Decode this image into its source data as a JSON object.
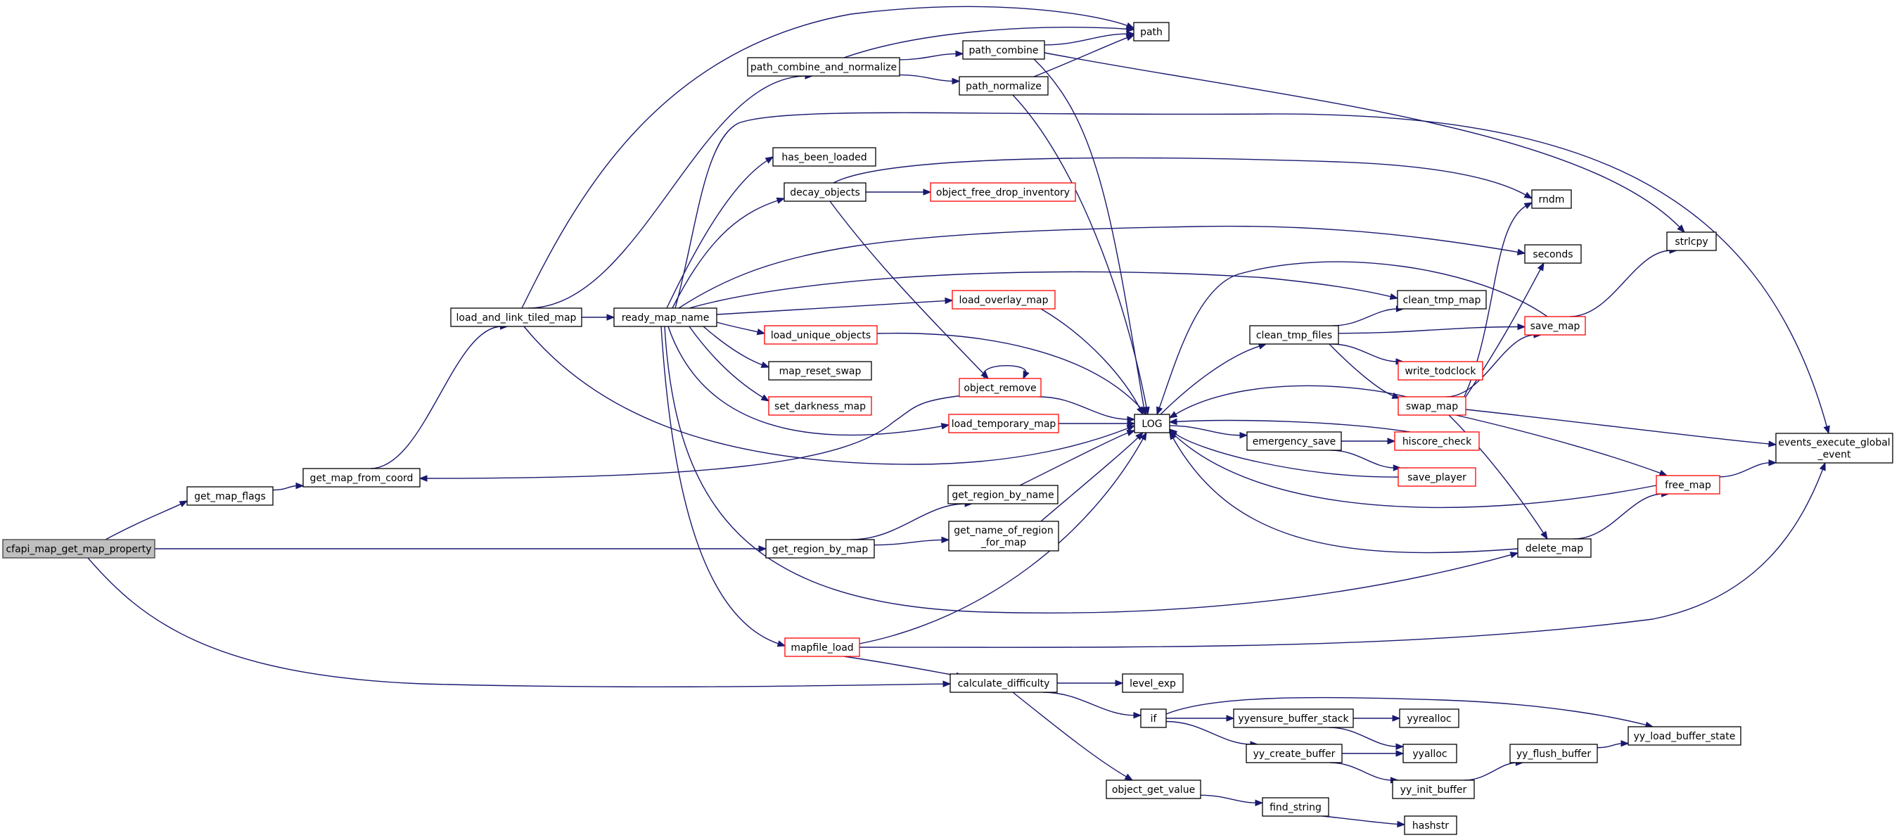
{
  "diagram": {
    "title": "",
    "colors": {
      "edge": "#191970",
      "node_border": "#000000",
      "node_border_truncated": "#ff0000",
      "root_fill": "#bfbfbf",
      "root_border": "#404040",
      "background": "#ffffff"
    },
    "nodes": {
      "cfapi_map_get_map_property": {
        "lines": [
          "cfapi_map_get_map_property"
        ],
        "style": "root"
      },
      "get_map_flags": {
        "lines": [
          "get_map_flags"
        ],
        "style": "normal"
      },
      "get_map_from_coord": {
        "lines": [
          "get_map_from_coord"
        ],
        "style": "normal"
      },
      "load_and_link_tiled_map": {
        "lines": [
          "load_and_link_tiled_map"
        ],
        "style": "normal"
      },
      "path_combine_and_normalize": {
        "lines": [
          "path_combine_and_normalize"
        ],
        "style": "normal"
      },
      "path": {
        "lines": [
          "path"
        ],
        "style": "normal"
      },
      "path_combine": {
        "lines": [
          "path_combine"
        ],
        "style": "normal"
      },
      "path_normalize": {
        "lines": [
          "path_normalize"
        ],
        "style": "normal"
      },
      "ready_map_name": {
        "lines": [
          "ready_map_name"
        ],
        "style": "normal"
      },
      "has_been_loaded": {
        "lines": [
          "has_been_loaded"
        ],
        "style": "normal"
      },
      "decay_objects": {
        "lines": [
          "decay_objects"
        ],
        "style": "normal"
      },
      "object_free_drop_inventory": {
        "lines": [
          "object_free_drop_inventory"
        ],
        "style": "red"
      },
      "load_overlay_map": {
        "lines": [
          "load_overlay_map"
        ],
        "style": "red"
      },
      "load_unique_objects": {
        "lines": [
          "load_unique_objects"
        ],
        "style": "red"
      },
      "map_reset_swap": {
        "lines": [
          "map_reset_swap"
        ],
        "style": "normal"
      },
      "set_darkness_map": {
        "lines": [
          "set_darkness_map"
        ],
        "style": "red"
      },
      "object_remove": {
        "lines": [
          "object_remove"
        ],
        "style": "red"
      },
      "load_temporary_map": {
        "lines": [
          "load_temporary_map"
        ],
        "style": "red"
      },
      "LOG": {
        "lines": [
          "LOG"
        ],
        "style": "normal"
      },
      "get_region_by_name": {
        "lines": [
          "get_region_by_name"
        ],
        "style": "normal"
      },
      "get_region_by_map": {
        "lines": [
          "get_region_by_map"
        ],
        "style": "normal"
      },
      "get_name_of_region_for_map": {
        "lines": [
          "get_name_of_region",
          "_for_map"
        ],
        "style": "normal"
      },
      "mapfile_load": {
        "lines": [
          "mapfile_load"
        ],
        "style": "red"
      },
      "calculate_difficulty": {
        "lines": [
          "calculate_difficulty"
        ],
        "style": "normal"
      },
      "level_exp": {
        "lines": [
          "level_exp"
        ],
        "style": "normal"
      },
      "if": {
        "lines": [
          "if"
        ],
        "style": "normal"
      },
      "object_get_value": {
        "lines": [
          "object_get_value"
        ],
        "style": "normal"
      },
      "yyensure_buffer_stack": {
        "lines": [
          "yyensure_buffer_stack"
        ],
        "style": "normal"
      },
      "yy_create_buffer": {
        "lines": [
          "yy_create_buffer"
        ],
        "style": "normal"
      },
      "yyrealloc": {
        "lines": [
          "yyrealloc"
        ],
        "style": "normal"
      },
      "yyalloc": {
        "lines": [
          "yyalloc"
        ],
        "style": "normal"
      },
      "yy_init_buffer": {
        "lines": [
          "yy_init_buffer"
        ],
        "style": "normal"
      },
      "yy_flush_buffer": {
        "lines": [
          "yy_flush_buffer"
        ],
        "style": "normal"
      },
      "yy_load_buffer_state": {
        "lines": [
          "yy_load_buffer_state"
        ],
        "style": "normal"
      },
      "find_string": {
        "lines": [
          "find_string"
        ],
        "style": "normal"
      },
      "hashstr": {
        "lines": [
          "hashstr"
        ],
        "style": "normal"
      },
      "clean_tmp_files": {
        "lines": [
          "clean_tmp_files"
        ],
        "style": "normal"
      },
      "clean_tmp_map": {
        "lines": [
          "clean_tmp_map"
        ],
        "style": "normal"
      },
      "write_todclock": {
        "lines": [
          "write_todclock"
        ],
        "style": "red"
      },
      "swap_map": {
        "lines": [
          "swap_map"
        ],
        "style": "red"
      },
      "emergency_save": {
        "lines": [
          "emergency_save"
        ],
        "style": "normal"
      },
      "hiscore_check": {
        "lines": [
          "hiscore_check"
        ],
        "style": "red"
      },
      "save_player": {
        "lines": [
          "save_player"
        ],
        "style": "red"
      },
      "delete_map": {
        "lines": [
          "delete_map"
        ],
        "style": "normal"
      },
      "rndm": {
        "lines": [
          "rndm"
        ],
        "style": "normal"
      },
      "seconds": {
        "lines": [
          "seconds"
        ],
        "style": "normal"
      },
      "save_map": {
        "lines": [
          "save_map"
        ],
        "style": "red"
      },
      "strlcpy": {
        "lines": [
          "strlcpy"
        ],
        "style": "normal"
      },
      "free_map": {
        "lines": [
          "free_map"
        ],
        "style": "red"
      },
      "events_execute_global_event": {
        "lines": [
          "events_execute_global",
          "_event"
        ],
        "style": "normal"
      }
    },
    "edges": [
      [
        "cfapi_map_get_map_property",
        "get_map_flags"
      ],
      [
        "cfapi_map_get_map_property",
        "get_region_by_map"
      ],
      [
        "cfapi_map_get_map_property",
        "calculate_difficulty"
      ],
      [
        "get_map_flags",
        "get_map_from_coord"
      ],
      [
        "get_map_from_coord",
        "load_and_link_tiled_map"
      ],
      [
        "load_and_link_tiled_map",
        "path"
      ],
      [
        "load_and_link_tiled_map",
        "path_combine_and_normalize"
      ],
      [
        "load_and_link_tiled_map",
        "ready_map_name"
      ],
      [
        "load_and_link_tiled_map",
        "LOG"
      ],
      [
        "path_combine_and_normalize",
        "path"
      ],
      [
        "path_combine_and_normalize",
        "path_combine"
      ],
      [
        "path_combine_and_normalize",
        "path_normalize"
      ],
      [
        "path_combine",
        "path"
      ],
      [
        "path_combine",
        "LOG"
      ],
      [
        "path_combine",
        "strlcpy"
      ],
      [
        "path_normalize",
        "path"
      ],
      [
        "path_normalize",
        "LOG"
      ],
      [
        "ready_map_name",
        "has_been_loaded"
      ],
      [
        "ready_map_name",
        "decay_objects"
      ],
      [
        "ready_map_name",
        "events_execute_global_event"
      ],
      [
        "ready_map_name",
        "seconds"
      ],
      [
        "ready_map_name",
        "clean_tmp_map"
      ],
      [
        "ready_map_name",
        "load_overlay_map"
      ],
      [
        "ready_map_name",
        "load_unique_objects"
      ],
      [
        "ready_map_name",
        "map_reset_swap"
      ],
      [
        "ready_map_name",
        "set_darkness_map"
      ],
      [
        "ready_map_name",
        "load_temporary_map"
      ],
      [
        "ready_map_name",
        "delete_map"
      ],
      [
        "ready_map_name",
        "mapfile_load"
      ],
      [
        "decay_objects",
        "object_free_drop_inventory"
      ],
      [
        "decay_objects",
        "rndm"
      ],
      [
        "decay_objects",
        "object_remove"
      ],
      [
        "object_remove",
        "object_remove"
      ],
      [
        "object_remove",
        "LOG"
      ],
      [
        "object_remove",
        "get_map_from_coord"
      ],
      [
        "load_overlay_map",
        "LOG"
      ],
      [
        "load_unique_objects",
        "LOG"
      ],
      [
        "load_temporary_map",
        "LOG"
      ],
      [
        "get_region_by_map",
        "get_region_by_name"
      ],
      [
        "get_region_by_map",
        "get_name_of_region_for_map"
      ],
      [
        "get_region_by_name",
        "LOG"
      ],
      [
        "get_name_of_region_for_map",
        "LOG"
      ],
      [
        "mapfile_load",
        "LOG"
      ],
      [
        "mapfile_load",
        "calculate_difficulty"
      ],
      [
        "mapfile_load",
        "events_execute_global_event"
      ],
      [
        "calculate_difficulty",
        "level_exp"
      ],
      [
        "calculate_difficulty",
        "if"
      ],
      [
        "calculate_difficulty",
        "object_get_value"
      ],
      [
        "if",
        "yyensure_buffer_stack"
      ],
      [
        "if",
        "yy_create_buffer"
      ],
      [
        "if",
        "yy_load_buffer_state"
      ],
      [
        "yyensure_buffer_stack",
        "yyrealloc"
      ],
      [
        "yyensure_buffer_stack",
        "yyalloc"
      ],
      [
        "yy_create_buffer",
        "yyalloc"
      ],
      [
        "yy_create_buffer",
        "yy_init_buffer"
      ],
      [
        "yy_init_buffer",
        "yy_flush_buffer"
      ],
      [
        "yy_flush_buffer",
        "yy_load_buffer_state"
      ],
      [
        "object_get_value",
        "find_string"
      ],
      [
        "find_string",
        "hashstr"
      ],
      [
        "LOG",
        "clean_tmp_files"
      ],
      [
        "LOG",
        "emergency_save"
      ],
      [
        "clean_tmp_files",
        "clean_tmp_map"
      ],
      [
        "clean_tmp_files",
        "save_map"
      ],
      [
        "clean_tmp_files",
        "write_todclock"
      ],
      [
        "clean_tmp_files",
        "swap_map"
      ],
      [
        "emergency_save",
        "hiscore_check"
      ],
      [
        "emergency_save",
        "save_player"
      ],
      [
        "hiscore_check",
        "LOG"
      ],
      [
        "save_player",
        "LOG"
      ],
      [
        "swap_map",
        "LOG"
      ],
      [
        "swap_map",
        "rndm"
      ],
      [
        "swap_map",
        "seconds"
      ],
      [
        "swap_map",
        "save_map"
      ],
      [
        "swap_map",
        "events_execute_global_event"
      ],
      [
        "swap_map",
        "free_map"
      ],
      [
        "swap_map",
        "delete_map"
      ],
      [
        "save_map",
        "LOG"
      ],
      [
        "save_map",
        "strlcpy"
      ],
      [
        "delete_map",
        "LOG"
      ],
      [
        "delete_map",
        "free_map"
      ],
      [
        "free_map",
        "LOG"
      ],
      [
        "free_map",
        "events_execute_global_event"
      ]
    ]
  }
}
